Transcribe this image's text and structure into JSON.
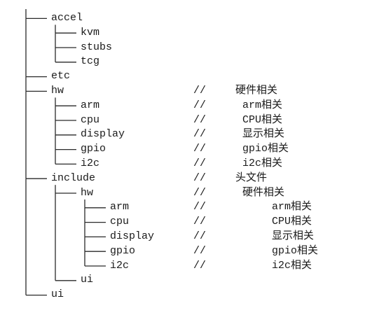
{
  "tree": {
    "rows": [
      {
        "depth": 0,
        "name": "accel",
        "slash": "",
        "comment": ""
      },
      {
        "depth": 1,
        "name": "kvm",
        "slash": "",
        "comment": ""
      },
      {
        "depth": 1,
        "name": "stubs",
        "slash": "",
        "comment": ""
      },
      {
        "depth": 1,
        "name": "tcg",
        "slash": "",
        "comment": ""
      },
      {
        "depth": 0,
        "name": "etc",
        "slash": "",
        "comment": ""
      },
      {
        "depth": 0,
        "name": "hw",
        "slash": "//",
        "comment": "硬件相关",
        "cdepth": 0
      },
      {
        "depth": 1,
        "name": "arm",
        "slash": "//",
        "comment": "arm相关",
        "cdepth": 1
      },
      {
        "depth": 1,
        "name": "cpu",
        "slash": "//",
        "comment": "CPU相关",
        "cdepth": 1
      },
      {
        "depth": 1,
        "name": "display",
        "slash": "//",
        "comment": "显示相关",
        "cdepth": 1
      },
      {
        "depth": 1,
        "name": "gpio",
        "slash": "//",
        "comment": "gpio相关",
        "cdepth": 1
      },
      {
        "depth": 1,
        "name": "i2c",
        "slash": "//",
        "comment": "i2c相关",
        "cdepth": 1
      },
      {
        "depth": 0,
        "name": "include",
        "slash": "//",
        "comment": "头文件",
        "cdepth": 0
      },
      {
        "depth": 1,
        "name": "hw",
        "slash": "//",
        "comment": "硬件相关",
        "cdepth": 1
      },
      {
        "depth": 2,
        "name": "arm",
        "slash": "//",
        "comment": "arm相关",
        "cdepth": 2
      },
      {
        "depth": 2,
        "name": "cpu",
        "slash": "//",
        "comment": "CPU相关",
        "cdepth": 2
      },
      {
        "depth": 2,
        "name": "display",
        "slash": "//",
        "comment": "显示相关",
        "cdepth": 2
      },
      {
        "depth": 2,
        "name": "gpio",
        "slash": "//",
        "comment": "gpio相关",
        "cdepth": 2
      },
      {
        "depth": 2,
        "name": "i2c",
        "slash": "//",
        "comment": "i2c相关",
        "cdepth": 2
      },
      {
        "depth": 1,
        "name": "ui",
        "slash": "",
        "comment": ""
      },
      {
        "depth": 0,
        "name": "ui",
        "slash": "",
        "comment": ""
      }
    ]
  },
  "colors": {
    "text": "#1a1a1a",
    "line": "#2a2a2a",
    "background": "#ffffff"
  }
}
